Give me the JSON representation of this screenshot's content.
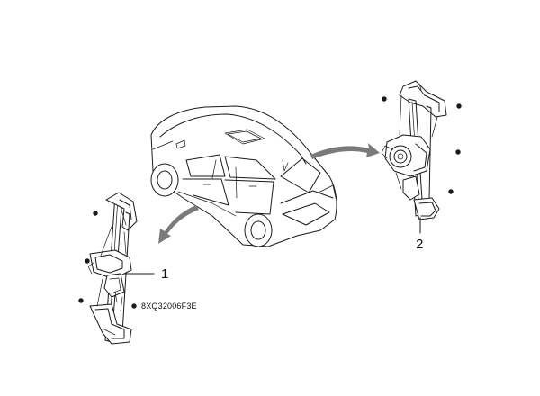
{
  "diagram": {
    "callouts": [
      {
        "label": "1"
      },
      {
        "label": "2"
      }
    ],
    "part_code": "8XQ32006F3E"
  }
}
